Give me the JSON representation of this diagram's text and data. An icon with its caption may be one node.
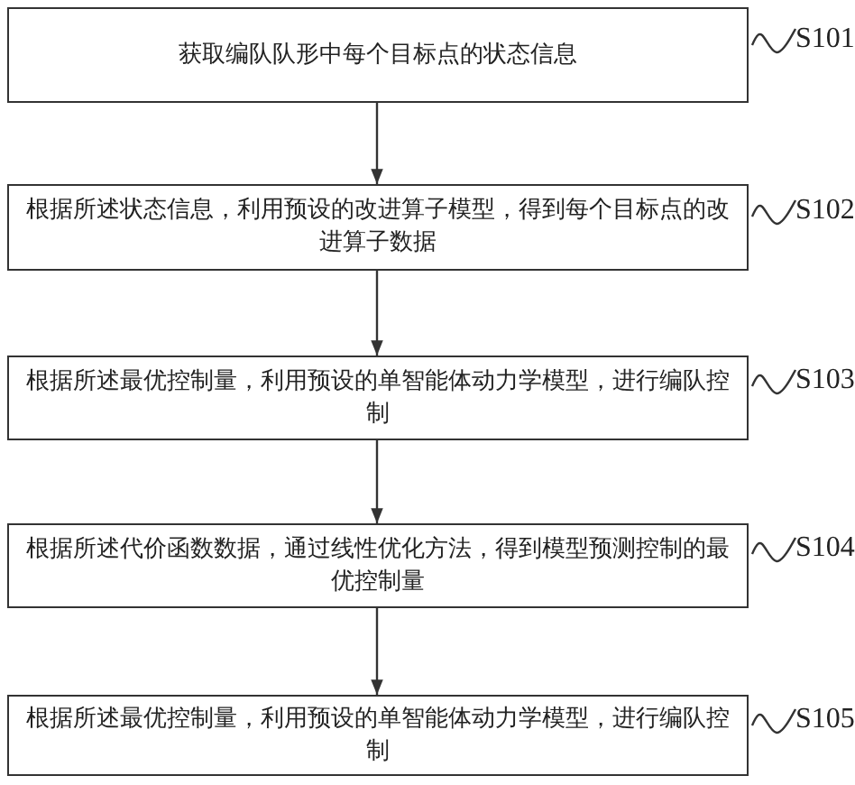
{
  "diagram": {
    "nodes": [
      {
        "text": [
          "获取编队队形中每个目标点的状态信息"
        ]
      },
      {
        "text": [
          "根据所述状态信息，利用预设的改进算子模型，得到每个目标点的改进算子数据"
        ]
      },
      {
        "text": [
          "根据所述最优控制量，利用预设的单智能体动力学模型，进行编队控制"
        ]
      },
      {
        "text": [
          "根据所述代价函数数据，通过线性优化方法，得到模型预测控制的最优控制量"
        ]
      },
      {
        "text": [
          "根据所述最优控制量，利用预设的单智能体动力学模型，进行编队控制"
        ]
      },
      {
        "text": [
          "S101"
        ]
      },
      {
        "text": [
          "S102"
        ]
      },
      {
        "text": [
          "S103"
        ]
      },
      {
        "text": [
          "S104"
        ]
      },
      {
        "text": [
          "S105"
        ]
      }
    ],
    "edges": [
      {
        "from": 0,
        "to": 1,
        "arrow": "to"
      },
      {
        "from": 1,
        "to": 2,
        "arrow": "to"
      },
      {
        "from": 2,
        "to": 3,
        "arrow": "to"
      },
      {
        "from": 3,
        "to": 4,
        "arrow": "to"
      },
      {
        "from": 0,
        "to": 5,
        "arrow": "none"
      },
      {
        "from": 1,
        "to": 6,
        "arrow": "none"
      },
      {
        "from": 2,
        "to": 7,
        "arrow": "none"
      },
      {
        "from": 3,
        "to": 8,
        "arrow": "none"
      },
      {
        "from": 4,
        "to": 9,
        "arrow": "none"
      }
    ]
  }
}
